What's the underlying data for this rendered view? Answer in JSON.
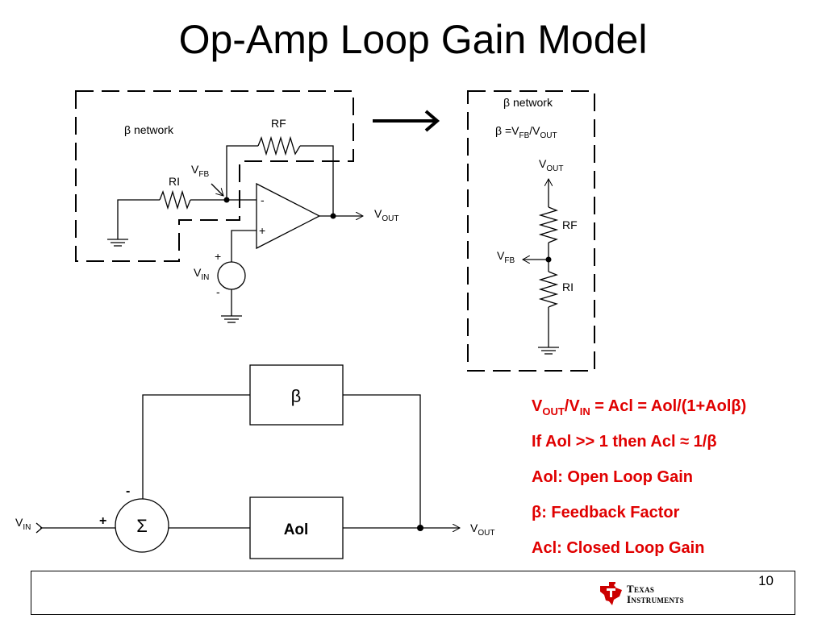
{
  "title": "Op-Amp Loop Gain Model",
  "colors": {
    "accent": "#e00000",
    "logo": "#cc0000"
  },
  "left_circuit": {
    "beta_label": "β network",
    "rf": "RF",
    "ri": "RI",
    "vfb_main": "V",
    "vfb_sub": "FB",
    "vout_main": "V",
    "vout_sub": "OUT",
    "vin_main": "V",
    "vin_sub": "IN",
    "minus": "-",
    "plus": "+",
    "src_plus": "+",
    "src_minus": "-"
  },
  "right_circuit": {
    "beta_label": "β network",
    "eq_beta": "β =V",
    "eq_fb": "FB",
    "eq_slash": "/V",
    "eq_out": "OUT",
    "vout_main": "V",
    "vout_sub": "OUT",
    "rf": "RF",
    "vfb_main": "V",
    "vfb_sub": "FB",
    "ri": "RI"
  },
  "block_diagram": {
    "beta": "β",
    "sigma": "Σ",
    "aol": "Aol",
    "minus": "-",
    "plus": "+",
    "vin_main": "V",
    "vin_sub": "IN",
    "vout_main": "V",
    "vout_sub": "OUT"
  },
  "equations": {
    "l1_v1": "V",
    "l1_s1": "OUT",
    "l1_v2": "/V",
    "l1_s2": "IN",
    "l1_rest": " = Acl = Aol/(1+Aolβ)",
    "line2": "If Aol >> 1 then Acl ≈ 1/β",
    "line3": "Aol: Open Loop Gain",
    "line4": "β: Feedback Factor",
    "line5": "Acl: Closed Loop Gain"
  },
  "footer": {
    "page_number": "10",
    "logo_line1": "Texas",
    "logo_line2": "Instruments",
    "logo_icon": "ti-logo-icon"
  }
}
